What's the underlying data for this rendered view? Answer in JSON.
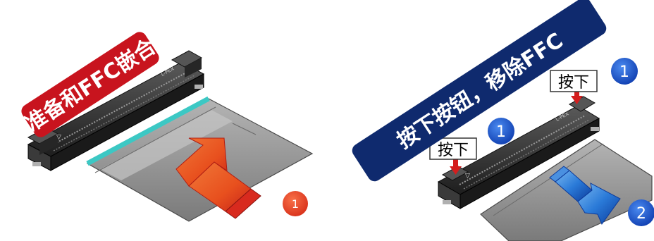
{
  "left_panel": {
    "banner_text": "准备和FFC嵌合",
    "step_number": "1",
    "connector_marking": "L-PEX"
  },
  "right_panel": {
    "banner_text": "按下按钮，移除FFC",
    "press_label": "按下",
    "step_one": "1",
    "step_two": "2",
    "connector_marking": "L-PEX"
  },
  "colors": {
    "red_banner": "#c8141e",
    "blue_banner": "#0f2a6e",
    "step_red": "#e8401e",
    "step_blue": "#1550c8",
    "insert_arrow": "#e8501e",
    "remove_arrow": "#2a7ad8",
    "press_arrow": "#d41e1e",
    "ffc_tape": "#3cc8c4",
    "connector_body": "#2a2a2a",
    "ffc_body": "#9a9a9a"
  },
  "icons": [
    "insert-arrow-icon",
    "remove-arrow-icon",
    "press-down-arrow-icon"
  ]
}
